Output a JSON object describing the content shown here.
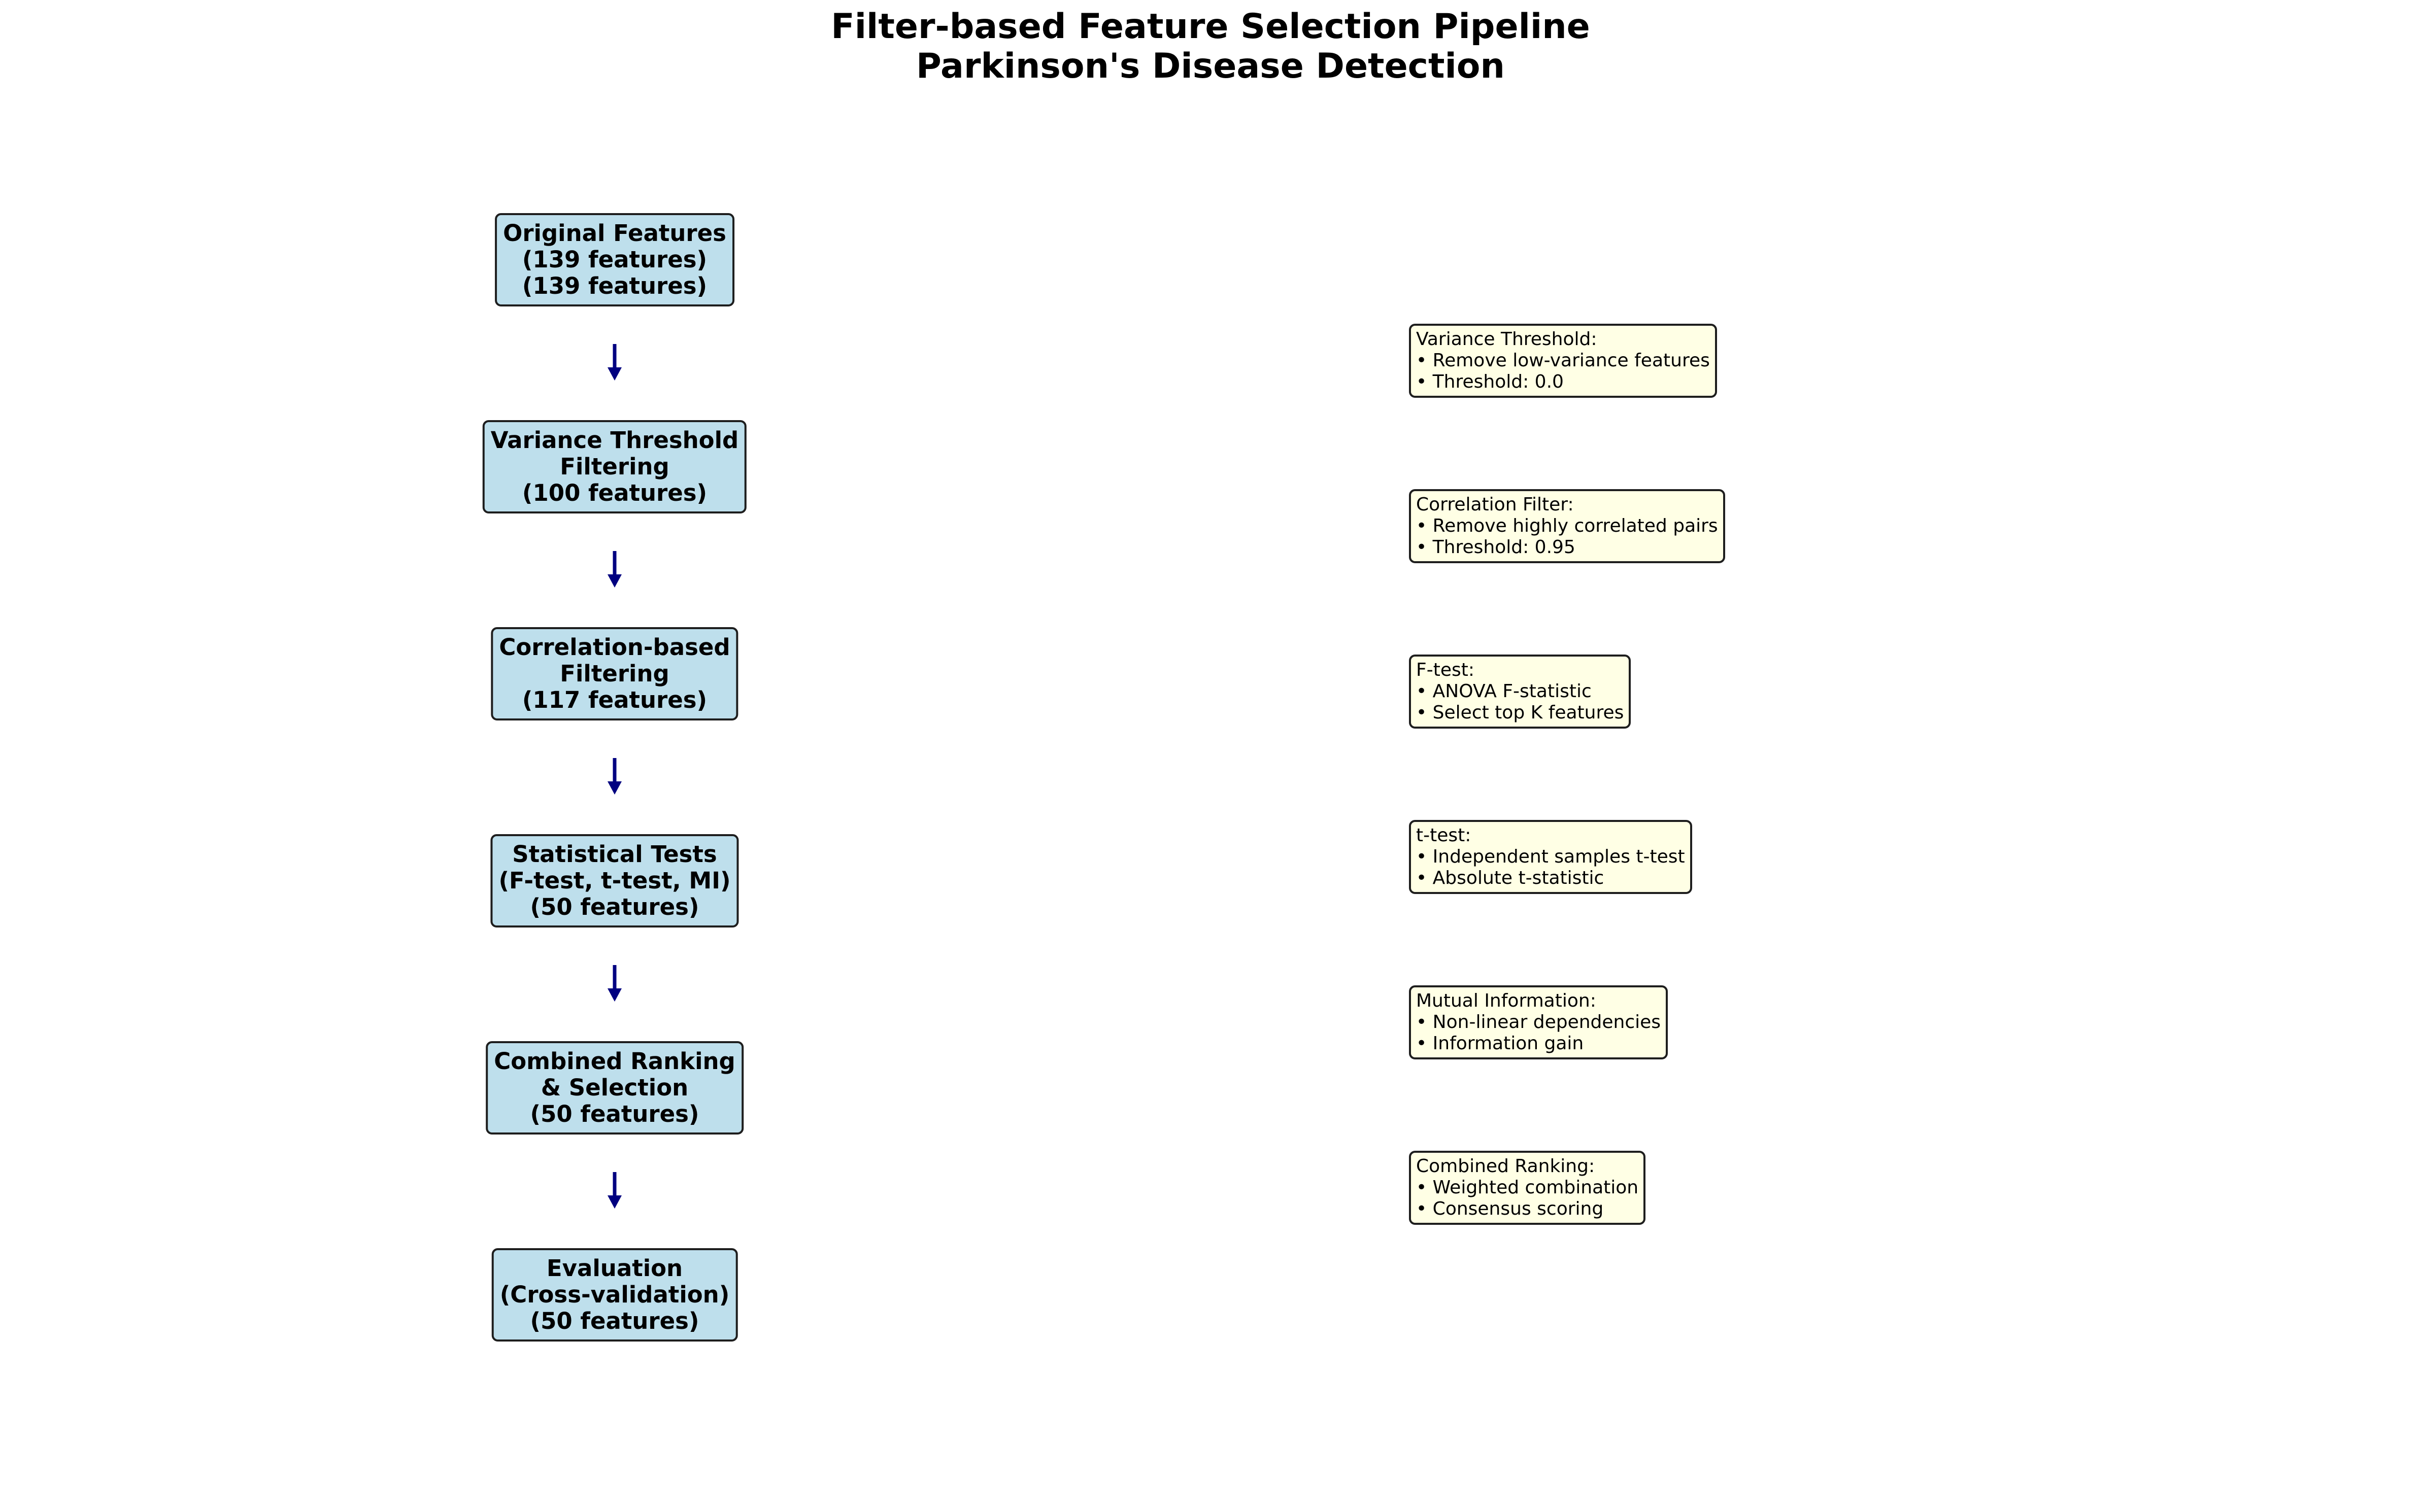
{
  "title": {
    "line1": "Filter-based Feature Selection Pipeline",
    "line2": "Parkinson's Disease Detection"
  },
  "stages": [
    {
      "lines": [
        "Original Features",
        "(139 features)",
        "(139 features)"
      ]
    },
    {
      "lines": [
        "Variance Threshold",
        "Filtering",
        "(100 features)"
      ]
    },
    {
      "lines": [
        "Correlation-based",
        "Filtering",
        "(117 features)"
      ]
    },
    {
      "lines": [
        "Statistical Tests",
        "(F-test, t-test, MI)",
        "(50 features)"
      ]
    },
    {
      "lines": [
        "Combined Ranking",
        "& Selection",
        "(50 features)"
      ]
    },
    {
      "lines": [
        "Evaluation",
        "(Cross-validation)",
        "(50 features)"
      ]
    }
  ],
  "notes": [
    {
      "lines": [
        "Variance Threshold:",
        "• Remove low-variance features",
        "• Threshold: 0.0"
      ]
    },
    {
      "lines": [
        "Correlation Filter:",
        "• Remove highly correlated pairs",
        "• Threshold: 0.95"
      ]
    },
    {
      "lines": [
        "F-test:",
        "• ANOVA F-statistic",
        "• Select top K features"
      ]
    },
    {
      "lines": [
        "t-test:",
        "• Independent samples t-test",
        "• Absolute t-statistic"
      ]
    },
    {
      "lines": [
        "Mutual Information:",
        "• Non-linear dependencies",
        "• Information gain"
      ]
    },
    {
      "lines": [
        "Combined Ranking:",
        "• Weighted combination",
        "• Consensus scoring"
      ]
    }
  ],
  "colors": {
    "stage_fill": "#bedfec",
    "note_fill": "#ffffe5",
    "arrow": "#000080",
    "border": "#1e1e1e"
  }
}
